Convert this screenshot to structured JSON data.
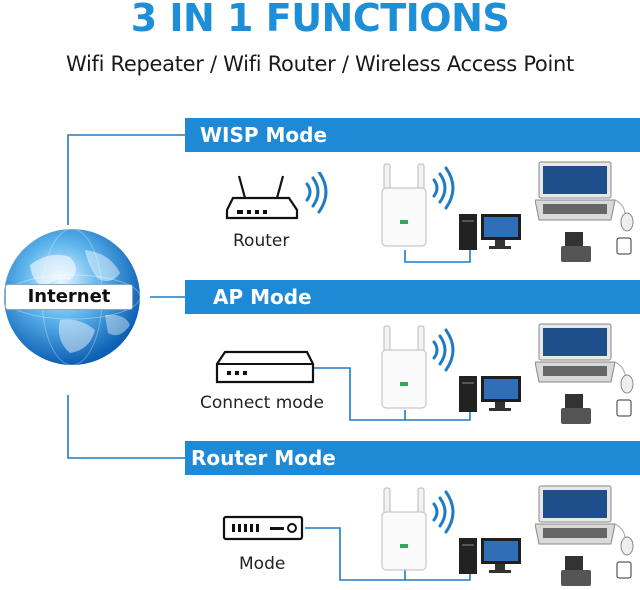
{
  "header": {
    "title": "3 IN 1 FUNCTIONS",
    "subtitle": "Wifi Repeater / Wifi Router / Wireless Access Point"
  },
  "hub": {
    "label": "Internet"
  },
  "modes": [
    {
      "name": "WISP Mode",
      "device_label": "Router",
      "device_icon": "router-icon"
    },
    {
      "name": "AP Mode",
      "device_label": "Connect mode",
      "device_icon": "switch-icon"
    },
    {
      "name": "Router Mode",
      "device_label": "Mode",
      "device_icon": "modem-icon"
    }
  ],
  "colors": {
    "accent": "#1e8ad6",
    "title": "#1d8ed8",
    "connector": "#1e7bc4"
  }
}
